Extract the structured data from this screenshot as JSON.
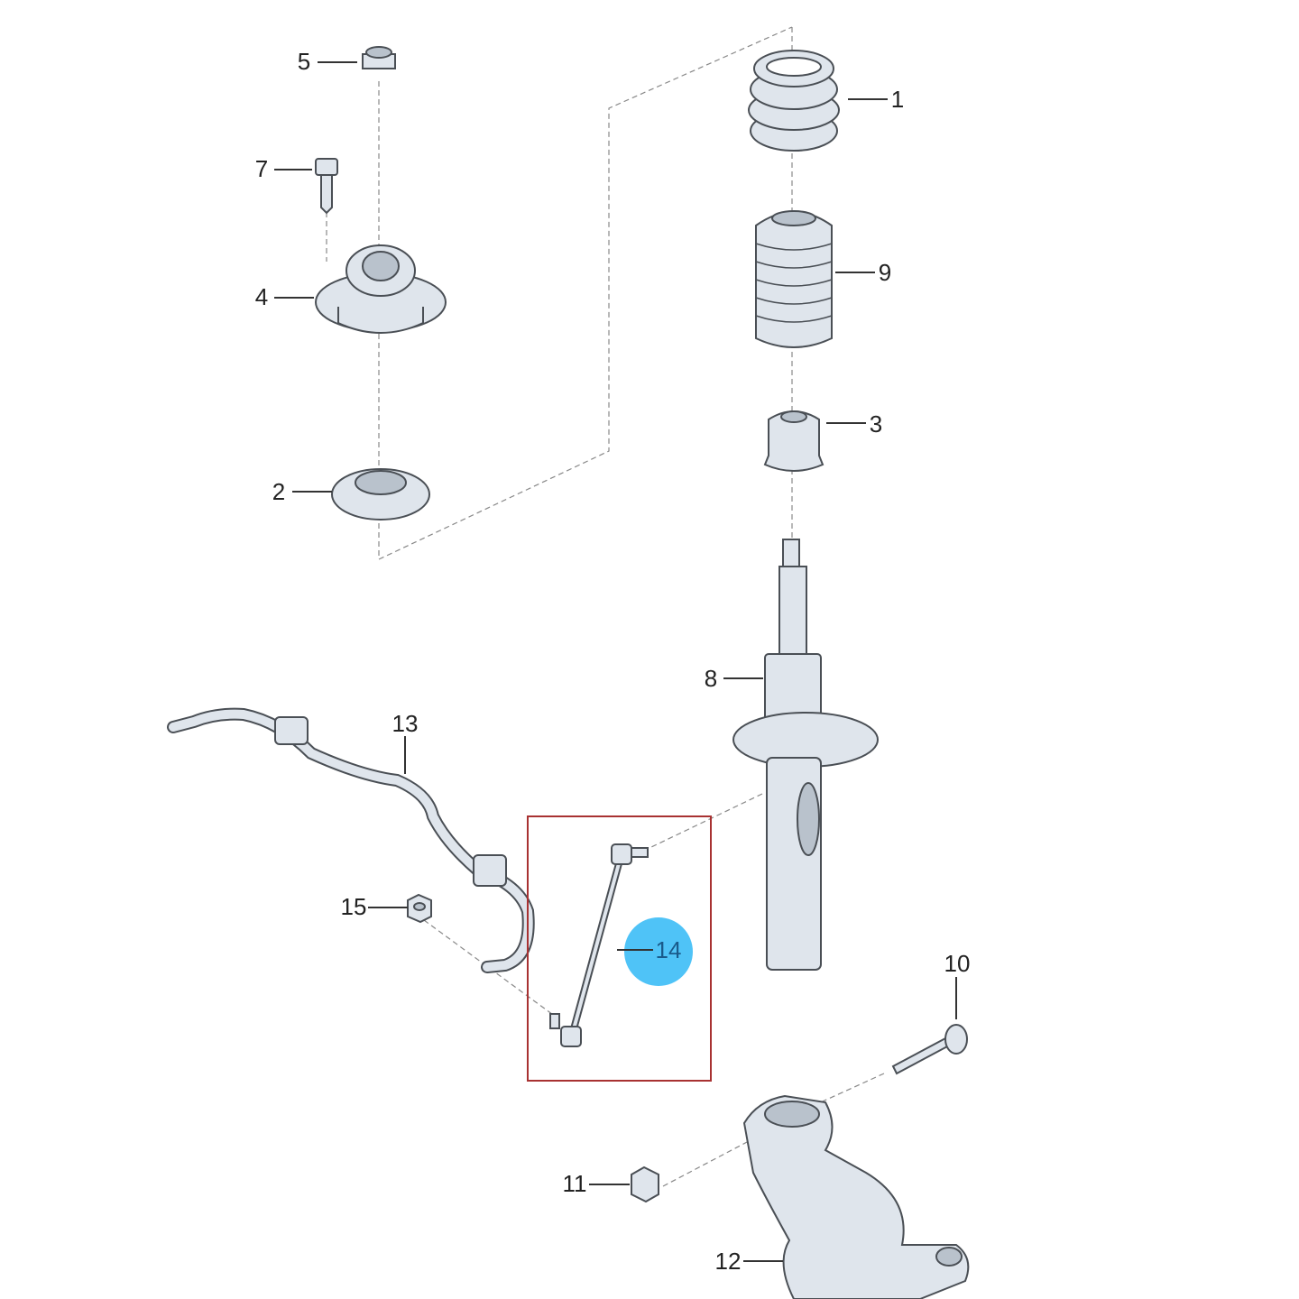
{
  "diagram": {
    "highlight_color": "#4fc3f7",
    "selection_box_color": "#a83232",
    "highlighted_part": "14",
    "callouts": [
      {
        "id": "1",
        "label": "1"
      },
      {
        "id": "2",
        "label": "2"
      },
      {
        "id": "3",
        "label": "3"
      },
      {
        "id": "4",
        "label": "4"
      },
      {
        "id": "5",
        "label": "5"
      },
      {
        "id": "7",
        "label": "7"
      },
      {
        "id": "8",
        "label": "8"
      },
      {
        "id": "9",
        "label": "9"
      },
      {
        "id": "10",
        "label": "10"
      },
      {
        "id": "11",
        "label": "11"
      },
      {
        "id": "12",
        "label": "12"
      },
      {
        "id": "13",
        "label": "13"
      },
      {
        "id": "14",
        "label": "14"
      },
      {
        "id": "15",
        "label": "15"
      }
    ]
  }
}
